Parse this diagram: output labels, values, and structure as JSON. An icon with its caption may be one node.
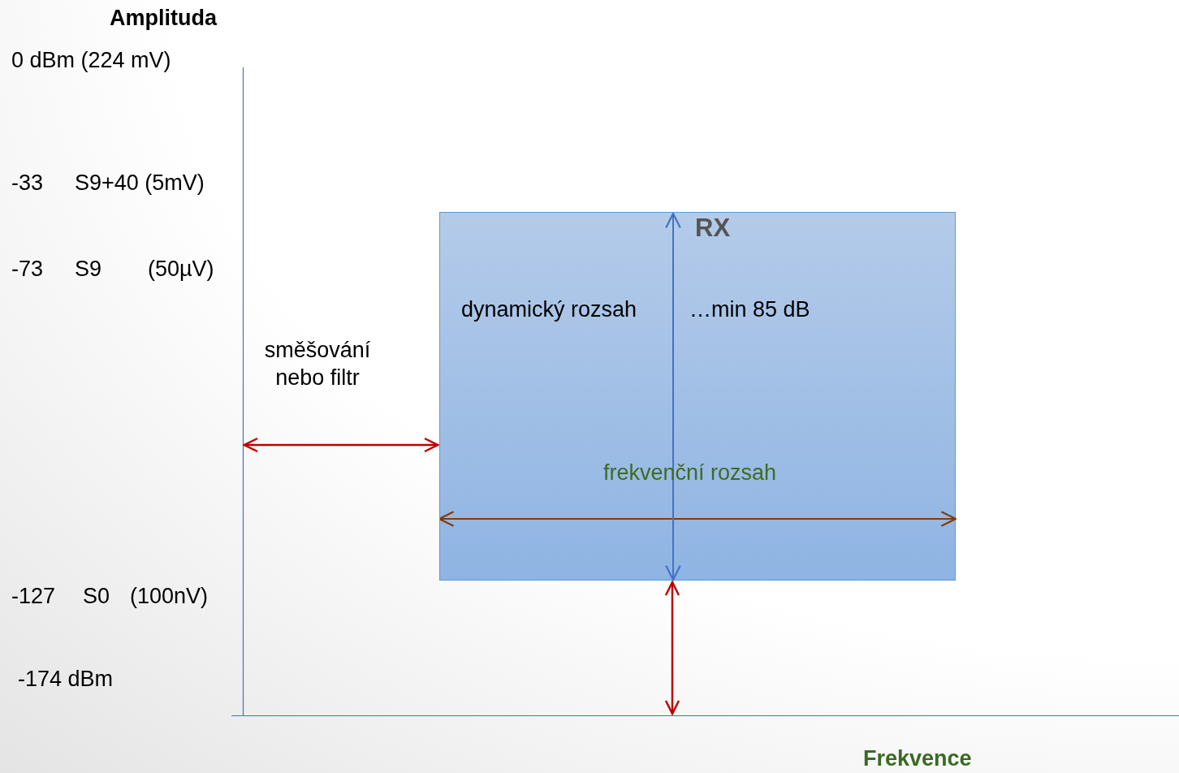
{
  "diagram": {
    "nodes": [
      {
        "text": [
          "RX",
          "dynamický rozsah",
          "…min 85 dB",
          "frekvenční rozsah"
        ]
      }
    ],
    "labels": [
      "Amplituda",
      "0 dBm (224 mV)",
      "-33",
      "S9+40 (5mV)",
      "-73",
      "S9",
      "(50µV)",
      "směšování nebo filtr",
      "-127",
      "S0",
      "(100nV)",
      "-174 dBm",
      "Frekvence"
    ]
  }
}
